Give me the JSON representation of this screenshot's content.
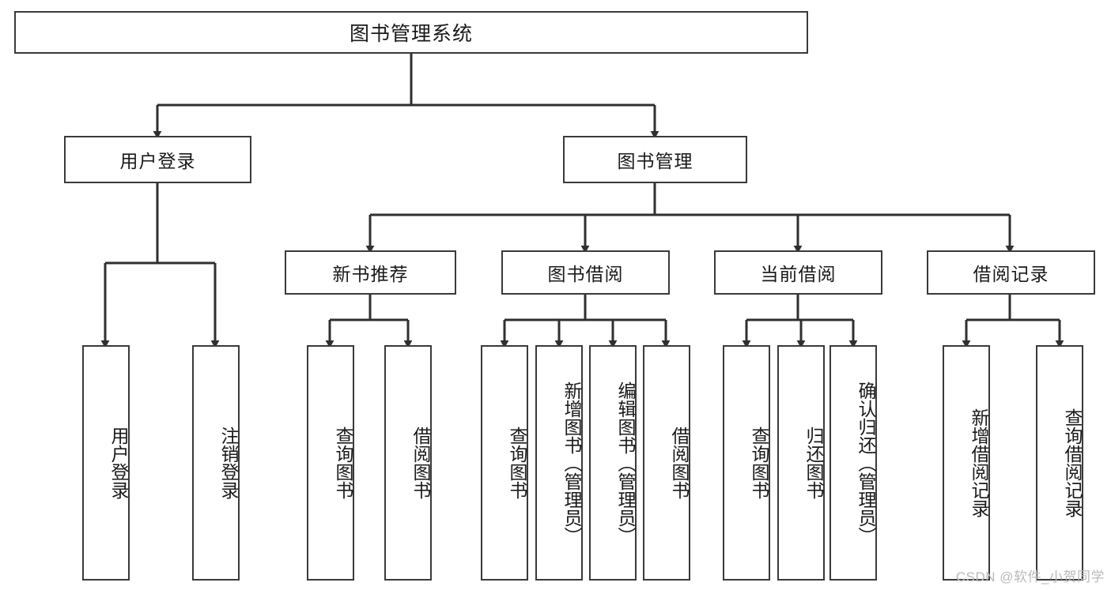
{
  "diagram": {
    "type": "tree-hierarchy",
    "title": "图书管理系统",
    "watermark": "CSDN @软件_小贺同学",
    "colors": {
      "stroke": "#3a3a3a",
      "fill": "#ffffff",
      "text": "#1a1a1a",
      "watermark": "#b9b9b9"
    },
    "levels": {
      "root": {
        "label": "图书管理系统"
      },
      "level2": [
        {
          "label": "用户登录"
        },
        {
          "label": "图书管理"
        }
      ],
      "level3": [
        {
          "label": "新书推荐"
        },
        {
          "label": "图书借阅"
        },
        {
          "label": "当前借阅"
        },
        {
          "label": "借阅记录"
        }
      ],
      "leaves": {
        "user_login": [
          {
            "label": "用户登录"
          },
          {
            "label": "注销登录"
          }
        ],
        "new_book": [
          {
            "label": "查询图书"
          },
          {
            "label": "借阅图书"
          }
        ],
        "borrow": [
          {
            "label": "查询图书"
          },
          {
            "label": "新增图书（管理员）"
          },
          {
            "label": "编辑图书（管理员）"
          },
          {
            "label": "借阅图书"
          }
        ],
        "current": [
          {
            "label": "查询图书"
          },
          {
            "label": "归还图书"
          },
          {
            "label": "确认归还（管理员）"
          }
        ],
        "records": [
          {
            "label": "新增借阅记录"
          },
          {
            "label": "查询借阅记录"
          }
        ]
      }
    }
  }
}
